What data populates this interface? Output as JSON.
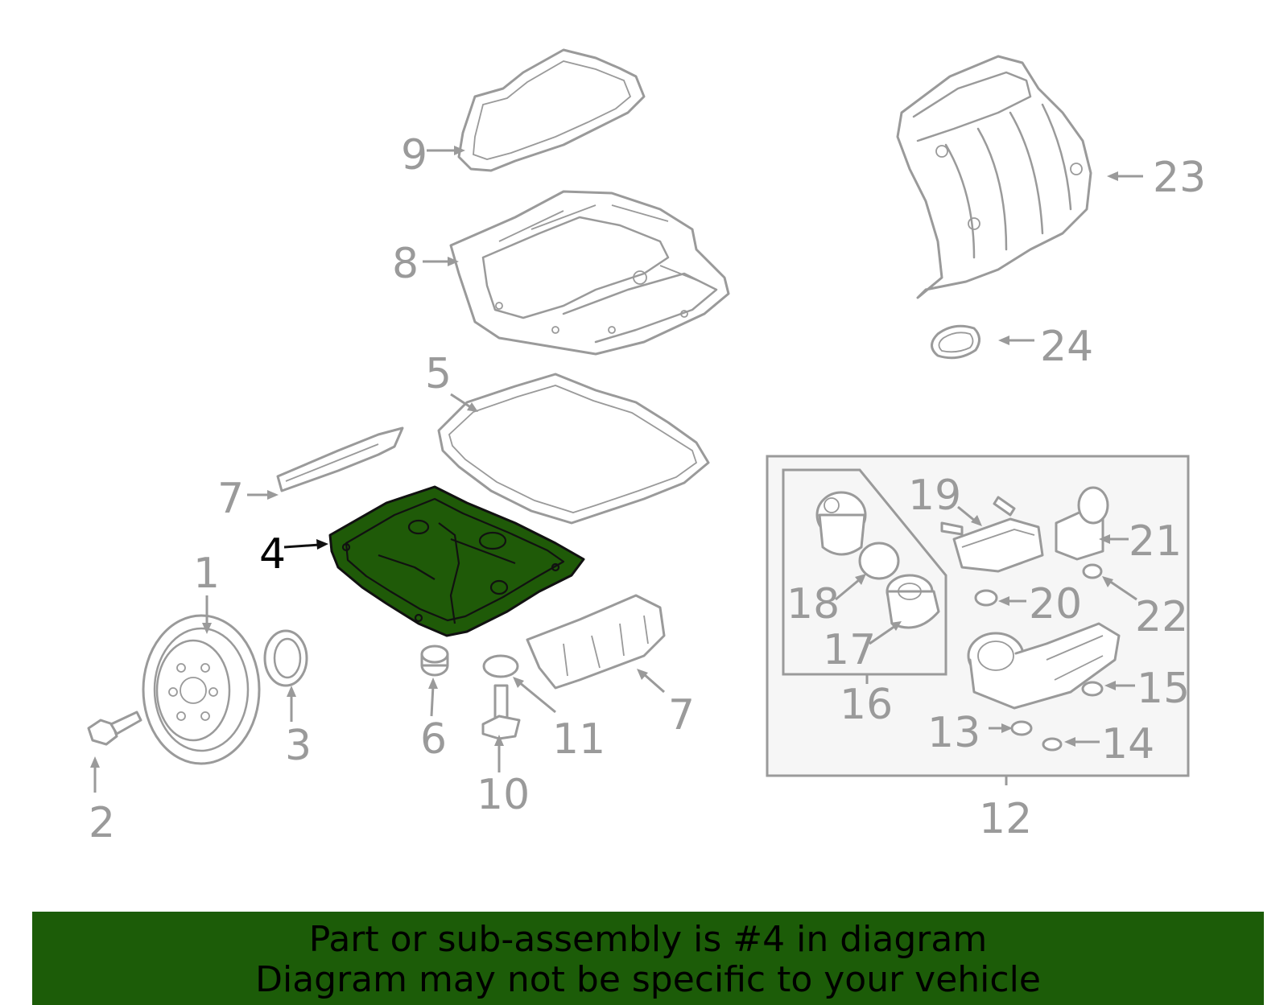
{
  "diagram": {
    "highlighted_part": "4",
    "colors": {
      "highlight_fill": "#1f5a08",
      "part_stroke": "#9a9a9a",
      "banner": "#1c5c08"
    },
    "callouts": {
      "c1": "1",
      "c2": "2",
      "c3": "3",
      "c4": "4",
      "c5": "5",
      "c6": "6",
      "c7a": "7",
      "c7b": "7",
      "c8": "8",
      "c9": "9",
      "c10": "10",
      "c11": "11",
      "c12": "12",
      "c13": "13",
      "c14": "14",
      "c15": "15",
      "c16": "16",
      "c17": "17",
      "c18": "18",
      "c19": "19",
      "c20": "20",
      "c21": "21",
      "c22": "22",
      "c23": "23",
      "c24": "24"
    }
  },
  "banner": {
    "line1": "Part or sub-assembly is #4 in diagram",
    "line2": "Diagram may not be specific to your vehicle"
  }
}
